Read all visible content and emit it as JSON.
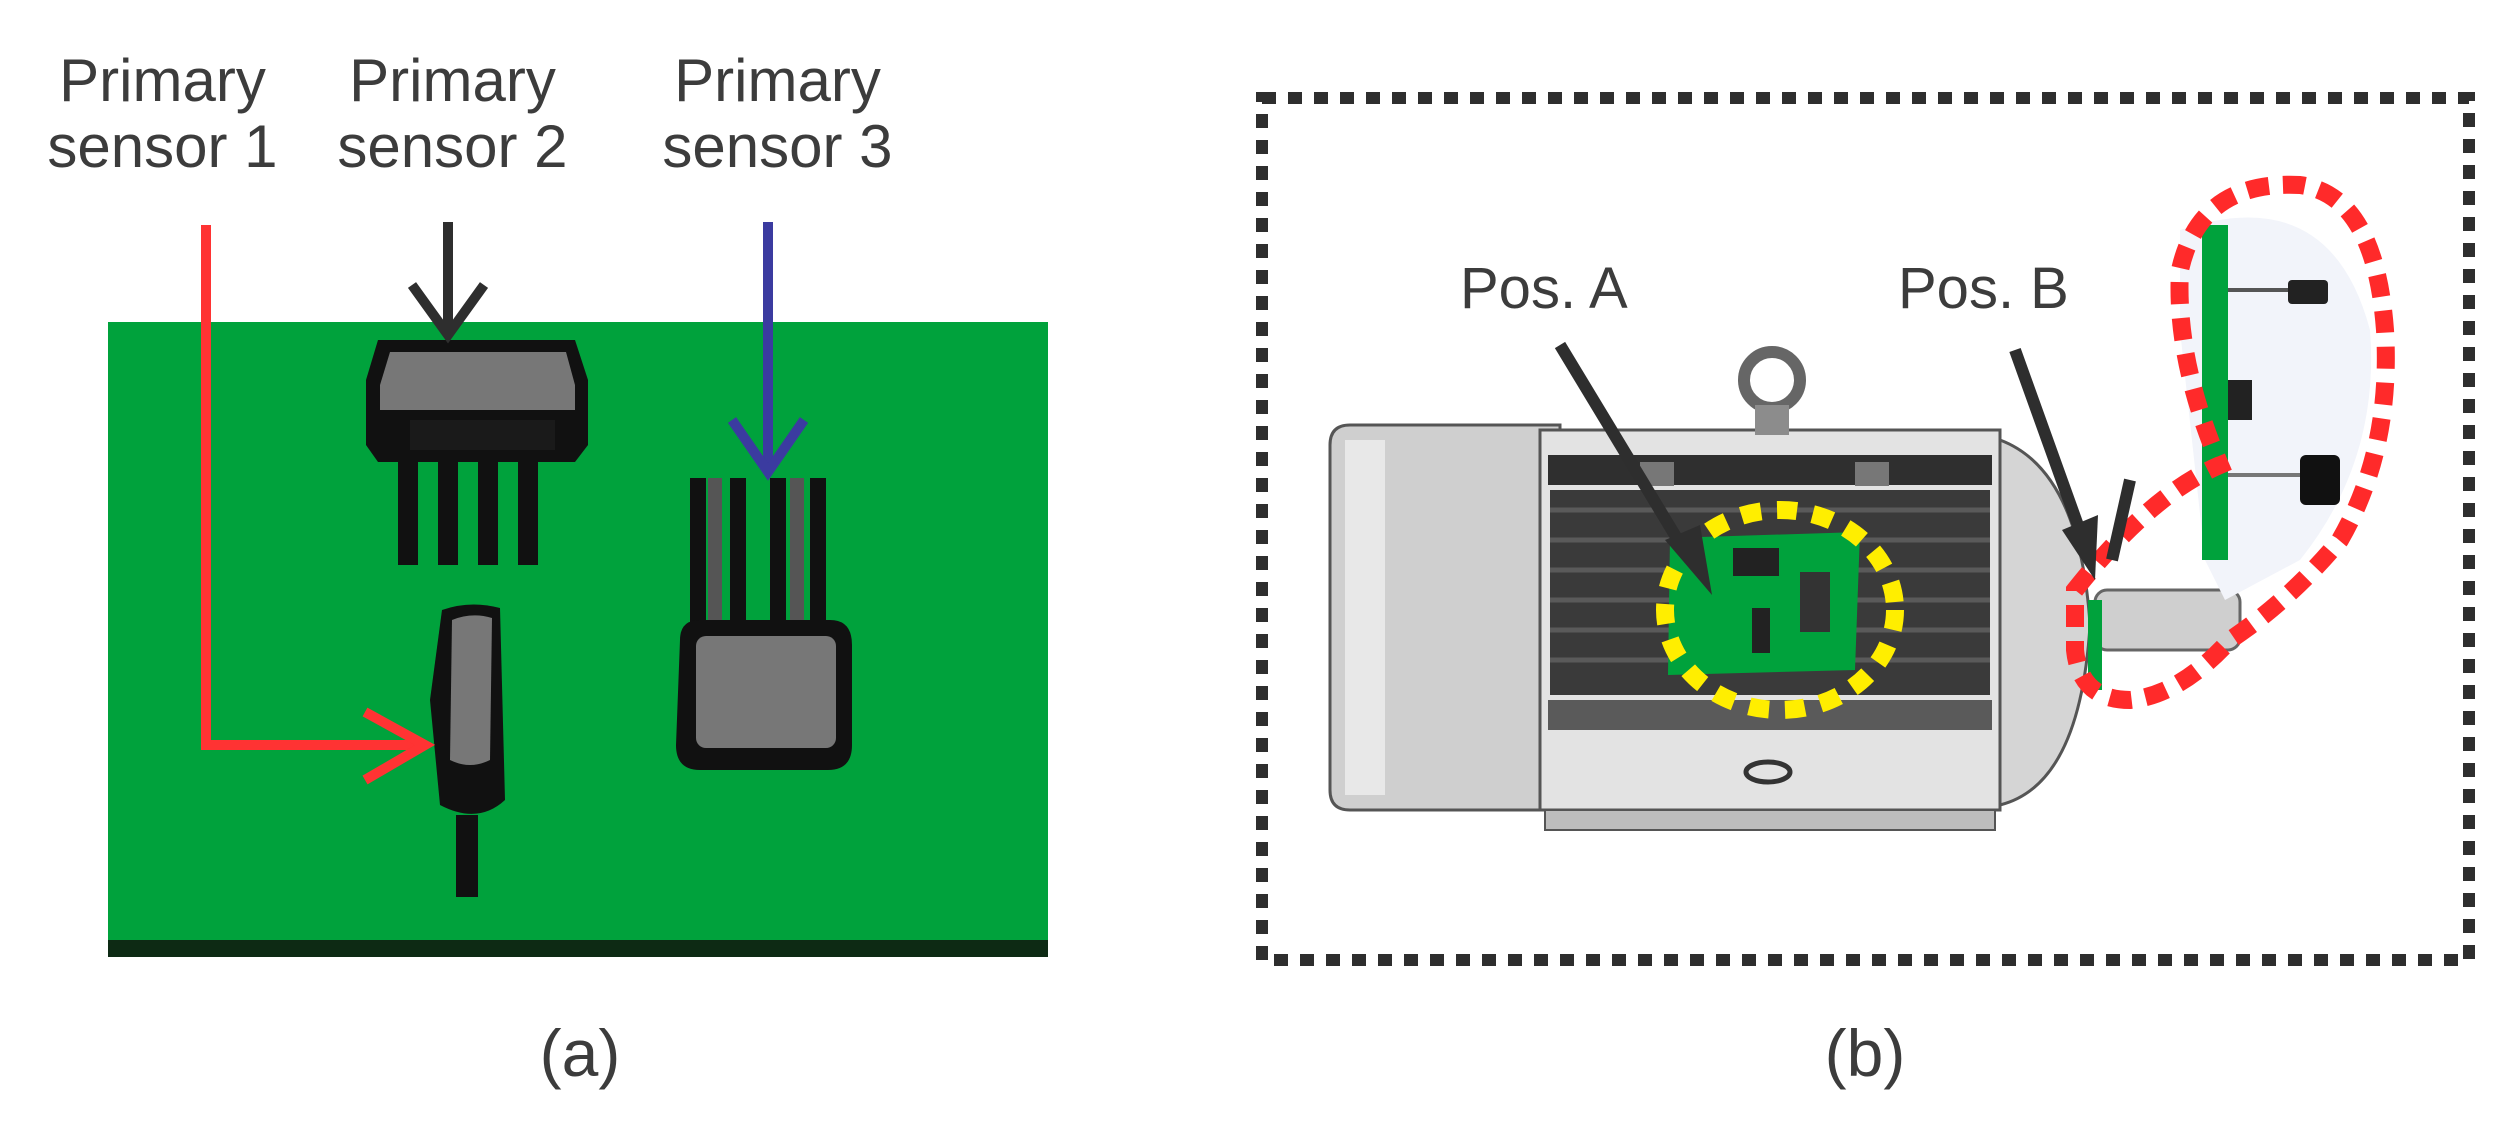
{
  "panel_a": {
    "caption": "(a)",
    "sensor1_label": "Primary\nsensor 1",
    "sensor2_label": "Primary\nsensor 2",
    "sensor3_label": "Primary\nsensor 3",
    "colors": {
      "board": "#00a23c",
      "sensor1_arrow": "#ff3333",
      "sensor2_arrow": "#2e2e2e",
      "sensor3_arrow": "#3b3ba0"
    }
  },
  "panel_b": {
    "caption": "(b)",
    "pos_a_label": "Pos. A",
    "pos_b_label": "Pos. B",
    "colors": {
      "pos_a_outline": "#ffee00",
      "pos_b_outline": "#ff2a2a",
      "frame": "#2e2e2e"
    }
  }
}
